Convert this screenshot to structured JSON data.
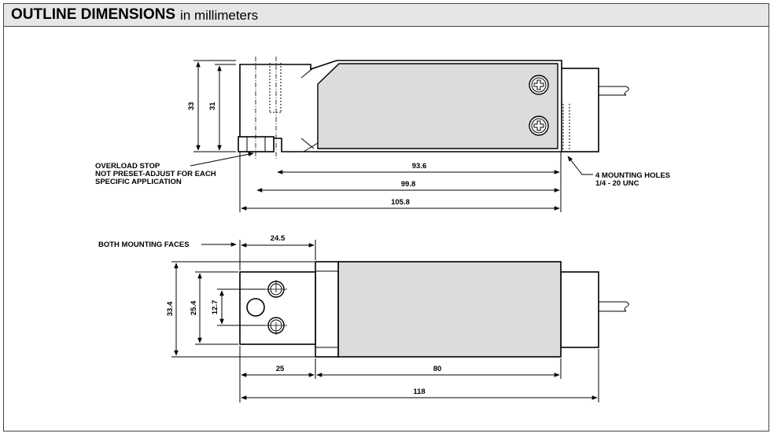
{
  "header": {
    "title": "OUTLINE DIMENSIONS",
    "subtitle": "in millimeters"
  },
  "top_view": {
    "dim_33": "33",
    "dim_31": "31",
    "dim_93_6": "93.6",
    "dim_99_8": "99.8",
    "dim_105_8": "105.8",
    "overload_line1": "OVERLOAD STOP",
    "overload_line2": "NOT PRESET-ADJUST  FOR EACH",
    "overload_line3": "SPECIFIC APPLICATION",
    "holes_line1": "4 MOUNTING HOLES",
    "holes_line2": "1/4 - 20 UNC"
  },
  "bottom_view": {
    "faces_label": "BOTH MOUNTING FACES",
    "dim_24_5": "24.5",
    "dim_33_4": "33.4",
    "dim_25_4": "25.4",
    "dim_12_7": "12.7",
    "dim_25": "25",
    "dim_80": "80",
    "dim_118": "118"
  },
  "colors": {
    "body_fill": "#dcdcdc",
    "header_fill": "#e6e6e6",
    "line": "#000000"
  }
}
